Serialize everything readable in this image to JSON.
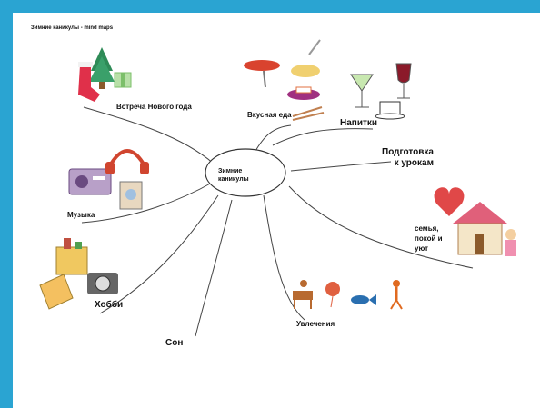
{
  "title": "Зимние каникулы - mind maps",
  "center": {
    "line1": "Зимние",
    "line2": "каникулы"
  },
  "branches": {
    "new_year": "Встреча Нового года",
    "food": "Вкусная еда",
    "drinks": "Напитки",
    "homework": {
      "line1": "Подготовка",
      "line2": "к урокам"
    },
    "family": {
      "line1": "семья,",
      "line2": "покой и",
      "line3": "уют"
    },
    "hobbies": "Увлечения",
    "sleep": "Сон",
    "hobby": "Хобби",
    "music": "Музыка"
  },
  "colors": {
    "frame": "#2aa4d2",
    "line": "#444444"
  }
}
